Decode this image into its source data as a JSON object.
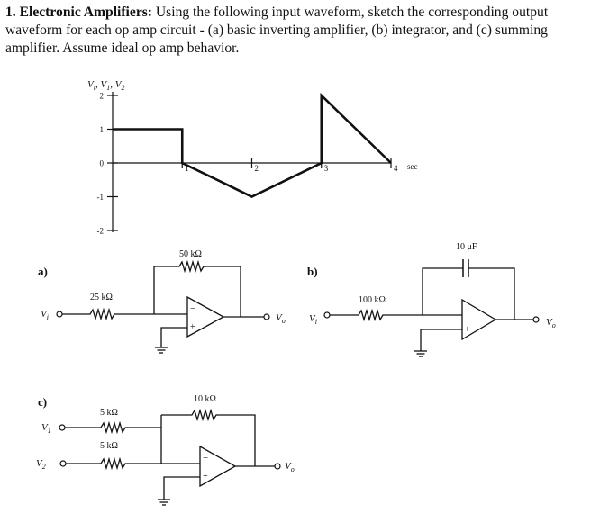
{
  "problem": {
    "number": "1.",
    "title": "Electronic Amplifiers:",
    "body": "Using the following input waveform, sketch the corresponding output waveform for each op amp circuit - (a) basic inverting amplifier, (b) integrator, and (c) summing amplifier. Assume ideal op amp behavior."
  },
  "waveform": {
    "y_axis_label_main": "V",
    "y_axis_label_rest": ", V",
    "y_axis_label_v2": ", V",
    "sub_i": "i",
    "sub_1": "1",
    "sub_2": "2",
    "y_ticks": [
      "2",
      "1",
      "0",
      "-1",
      "-2"
    ],
    "x_ticks": [
      "1",
      "2",
      "3",
      "4"
    ],
    "x_unit": "sec",
    "signal": [
      {
        "t": 0,
        "v": 1
      },
      {
        "t": 1,
        "v": 1
      },
      {
        "t": 1,
        "v": 0
      },
      {
        "t": 2,
        "v": -1
      },
      {
        "t": 3,
        "v": 0
      },
      {
        "t": 3,
        "v": 2
      },
      {
        "t": 4,
        "v": 0
      }
    ]
  },
  "circuit_a": {
    "label": "a)",
    "feedback": "50 kΩ",
    "input_resistor": "25 kΩ",
    "input": "V",
    "input_sub": "i",
    "output": "V",
    "output_sub": "o",
    "minus": "−",
    "plus": "+"
  },
  "circuit_b": {
    "label": "b)",
    "feedback": "10 μF",
    "input_resistor": "100 kΩ",
    "input": "V",
    "input_sub": "i",
    "output": "V",
    "output_sub": "o",
    "minus": "−",
    "plus": "+"
  },
  "circuit_c": {
    "label": "c)",
    "feedback": "10 kΩ",
    "r1": "5 kΩ",
    "r2": "5 kΩ",
    "in1": "V",
    "in1_sub": "1",
    "in2": "V",
    "in2_sub": "2",
    "output": "V",
    "output_sub": "o",
    "minus": "−",
    "plus": "+"
  }
}
